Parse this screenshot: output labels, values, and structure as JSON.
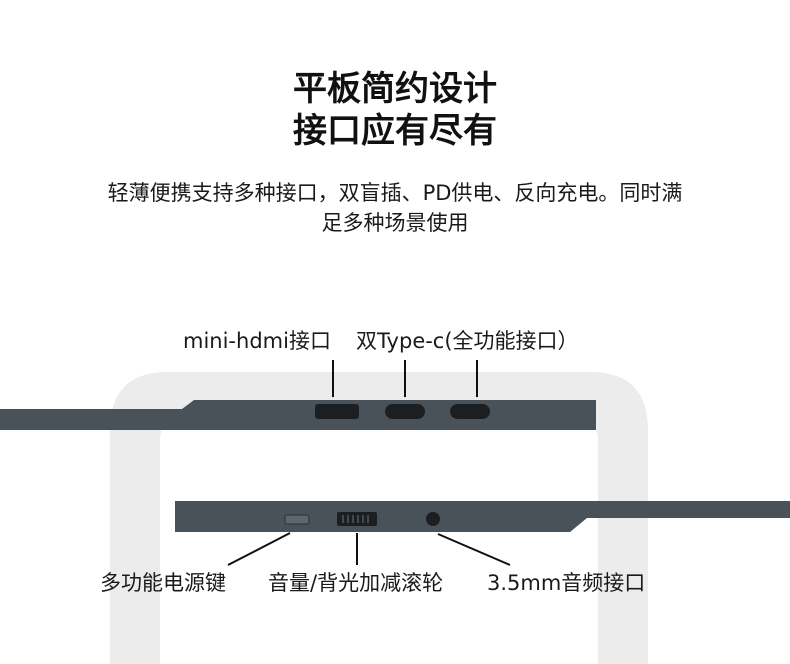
{
  "heading": {
    "line1": "平板简约设计",
    "line2": "接口应有尽有"
  },
  "description": {
    "line1": "轻薄便携支持多种接口，双盲插、PD供电、反向充电。同时满",
    "line2": "足多种场景使用"
  },
  "top_callouts": {
    "hdmi_label": "mini-hdmi接口",
    "typec_label": "双Type-c(全功能接口）"
  },
  "bottom_callouts": {
    "power_label": "多功能电源键",
    "volume_label": "音量/背光加减滚轮",
    "audio_label": "3.5mm音频接口"
  },
  "colors": {
    "device": "#4a5259",
    "device_edge": "#3d444a",
    "port": "#1c1f22",
    "watermark": "#ececec",
    "leader_line": "#111111"
  }
}
